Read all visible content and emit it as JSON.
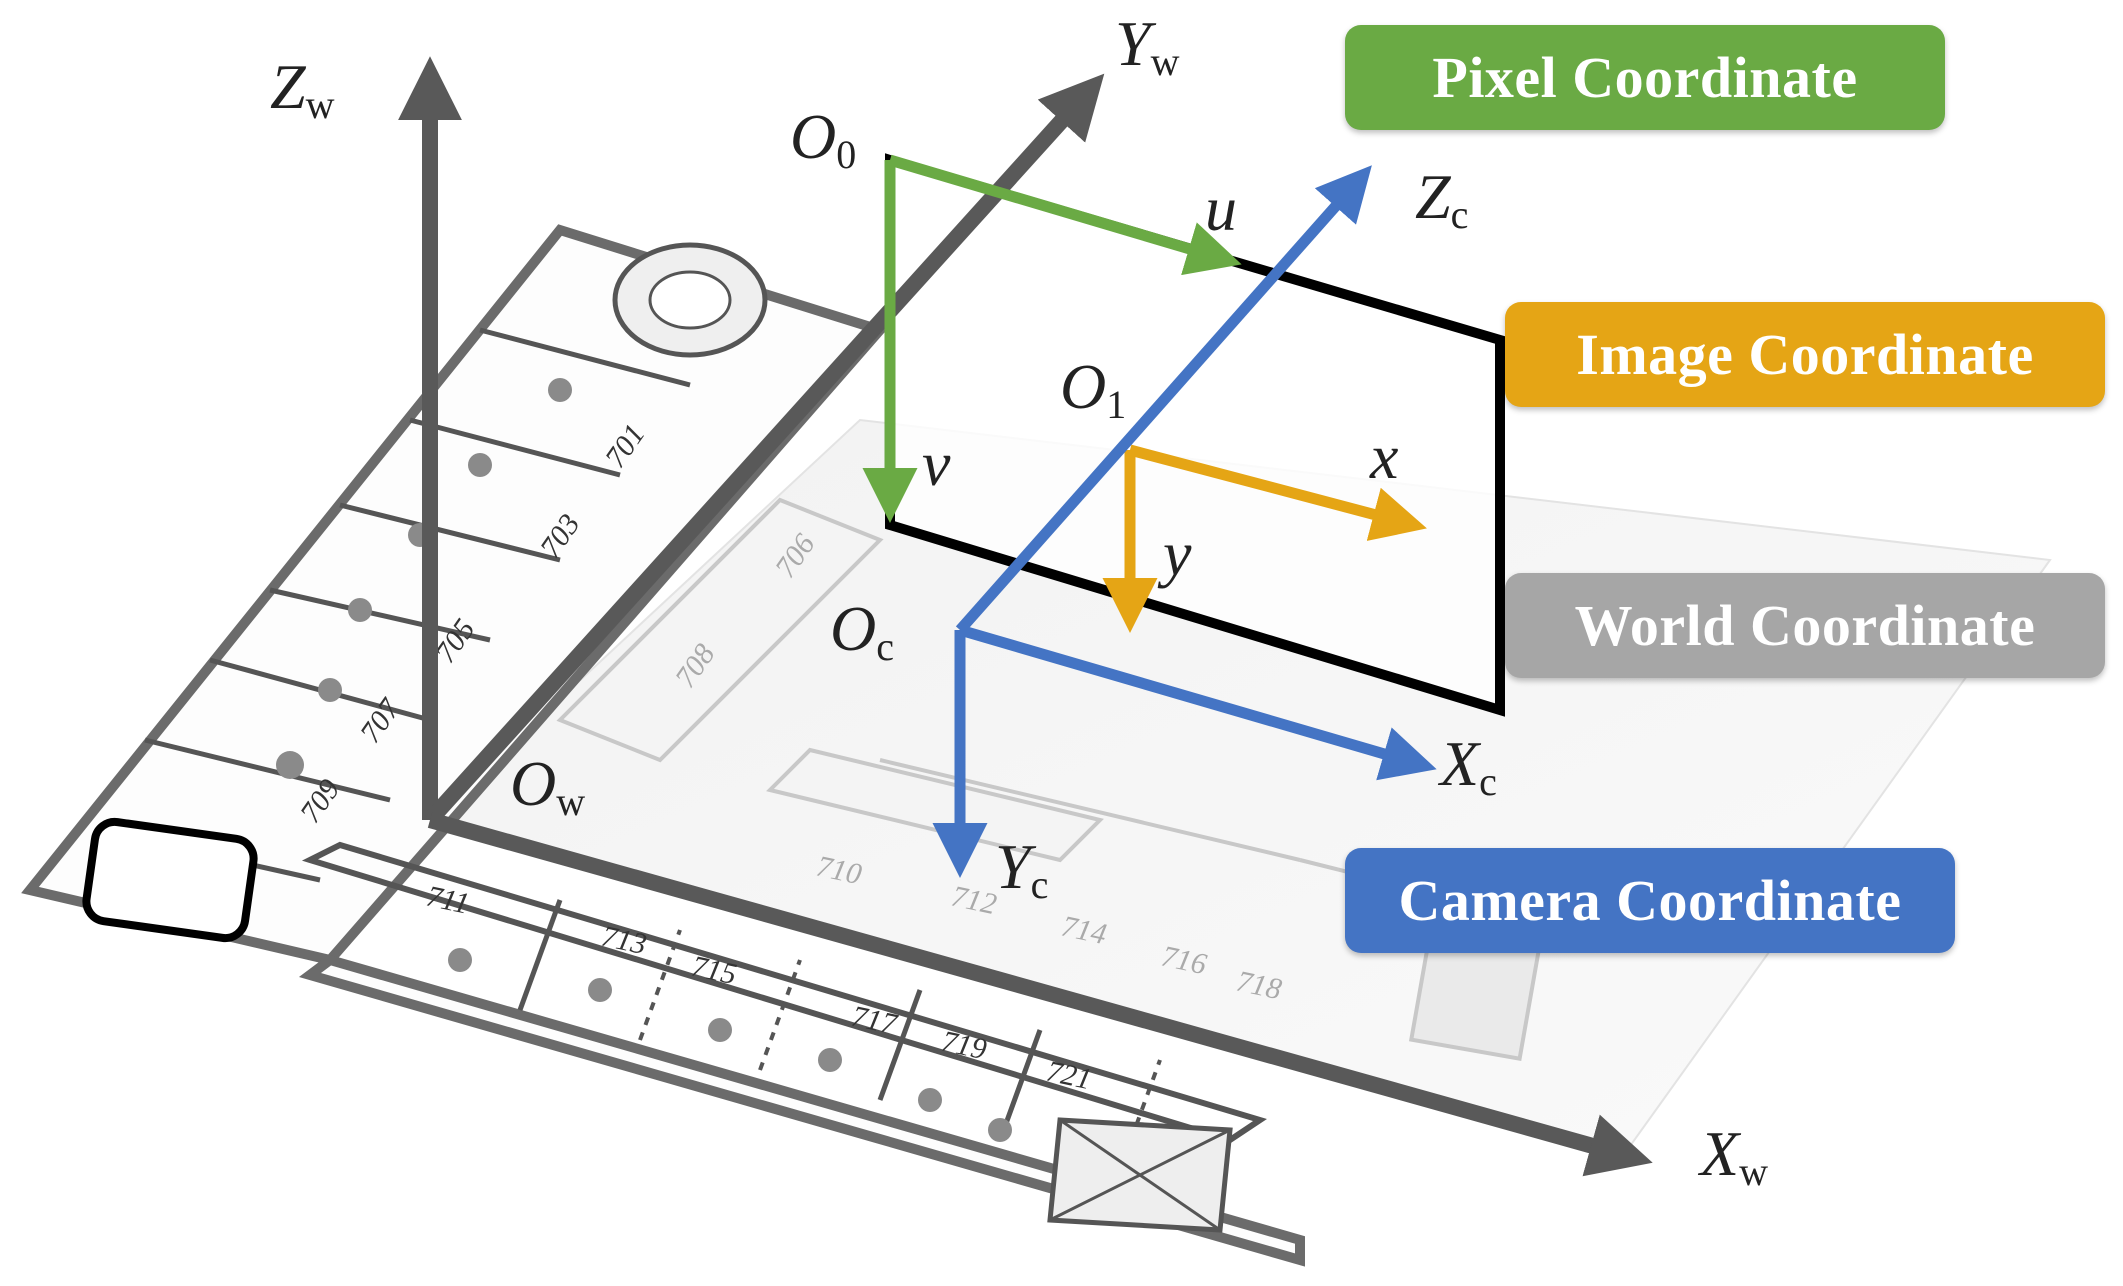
{
  "colors": {
    "pixel": "#6aaa44",
    "image": "#e5a515",
    "world": "#a6a6a6",
    "camera": "#4474c4",
    "world_axis": "#595959"
  },
  "legend": {
    "pixel": "Pixel Coordinate",
    "image": "Image Coordinate",
    "world": "World Coordinate",
    "camera": "Camera Coordinate"
  },
  "labels": {
    "zw": {
      "main": "Z",
      "sub": "w"
    },
    "yw": {
      "main": "Y",
      "sub": "w"
    },
    "xw": {
      "main": "X",
      "sub": "w"
    },
    "ow": {
      "main": "O",
      "sub": "w"
    },
    "o0": {
      "main": "O",
      "sub": "0"
    },
    "o1": {
      "main": "O",
      "sub": "1"
    },
    "oc": {
      "main": "O",
      "sub": "c"
    },
    "zc": {
      "main": "Z",
      "sub": "c"
    },
    "xc": {
      "main": "X",
      "sub": "c"
    },
    "yc": {
      "main": "Y",
      "sub": "c"
    },
    "u": "u",
    "v": "v",
    "x": "x",
    "y": "y"
  },
  "rooms": [
    "701",
    "703",
    "705",
    "707",
    "709",
    "711",
    "713",
    "715",
    "717",
    "719",
    "721",
    "706",
    "708",
    "710",
    "712",
    "714",
    "716",
    "718"
  ]
}
